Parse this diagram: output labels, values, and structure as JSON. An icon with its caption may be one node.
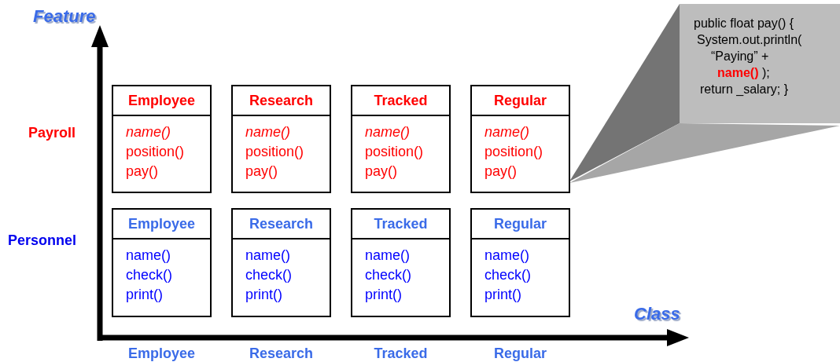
{
  "diagram": {
    "nodes": [
      {
        "text": [
          "Employee",
          "*name()*",
          "position()",
          "pay()"
        ]
      },
      {
        "text": [
          "Research",
          "*name()*",
          "position()",
          "pay()"
        ]
      },
      {
        "text": [
          "Tracked",
          "*name()*",
          "position()",
          "pay()"
        ]
      },
      {
        "text": [
          "Regular",
          "*name()*",
          "position()",
          "pay()"
        ]
      },
      {
        "text": [
          "Employee",
          "name()",
          "check()",
          "print()"
        ]
      },
      {
        "text": [
          "Research",
          "name()",
          "check()",
          "print()"
        ]
      },
      {
        "text": [
          "Tracked",
          "name()",
          "check()",
          "print()"
        ]
      },
      {
        "text": [
          "Regular",
          "name()",
          "check()",
          "print()"
        ]
      },
      {
        "text": [
          "public float pay() {",
          "System.out.println(",
          "“Paying” +",
          "**name()** );",
          "return _salary; }"
        ]
      }
    ],
    "edges": [
      {
        "from": 8,
        "to": 3,
        "arrow": "to"
      }
    ],
    "labels": [
      "Feature",
      "Payroll",
      "Personnel",
      "Class",
      "Employee",
      "Research",
      "Tracked",
      "Regular"
    ]
  }
}
